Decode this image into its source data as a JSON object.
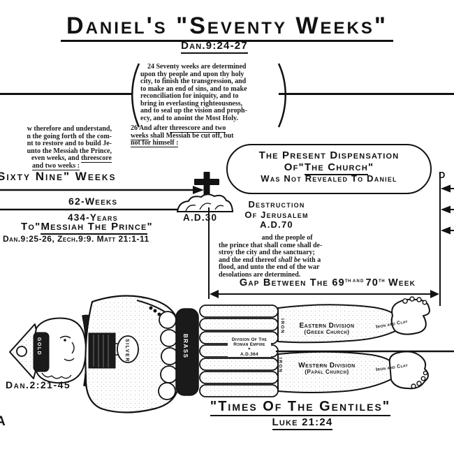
{
  "colors": {
    "ink": "#121212",
    "paper": "#ffffff"
  },
  "title": {
    "main": "Daniel's \"Seventy Weeks\"",
    "reference": "Dan.9:24-27"
  },
  "verse24": {
    "lines": [
      "24 Seventy weeks are determined",
      "upon thy people and upon thy holy",
      "city, to finish the transgression, and",
      "to make an end of sins, and to make",
      "reconciliation for iniquity, and to",
      "bring in everlasting righteousness,",
      "and to seal up the vision and proph-",
      "ecy, and to anoint the Most Holy."
    ]
  },
  "verse25": {
    "l1": "w therefore and understand,",
    "l2": "n the going forth of the com-",
    "l3": "nt to restore and to build Je-",
    "l4": "unto the Messiah the Prince,",
    "l5_pre": "even weeks, and ",
    "l5_u": "threescore",
    "l6_u": "and two weeks :"
  },
  "verse26": {
    "pre1": "26 And after ",
    "u1": "threescore and two",
    "u2": "weeks",
    "mid": " shall Messiah be cut off, but",
    "u3": "not for himself :"
  },
  "dispensation": {
    "line1": "The Present Dispensation",
    "line2_pre": "Of\"",
    "line2_u": "The Church",
    "line2_post": "\"",
    "line3": "Was Not Revealed To Daniel"
  },
  "timeline": {
    "sixty_nine": "Sixty Nine\" Weeks",
    "weeks62": "62-Weeks",
    "years434": "434-Years",
    "ad30": "A.D.30",
    "to_messiah_pre": "To\"",
    "to_messiah_u": "Messiah The Prince",
    "to_messiah_post": "\"",
    "refs": "Dan.9:25-26, Zech.9:9. Matt 21:1-11"
  },
  "destruction": {
    "line1": "Destruction",
    "line2": "Of Jerusalem",
    "line3": "A.D.70",
    "b1": "and the people of",
    "b2": "the prince that shall come shall de-",
    "b3": "stroy the city and the sanctuary;",
    "b4_pre": "and the end thereof ",
    "b4_it": "shall be",
    "b4_post": " with a",
    "b5": "flood, and unto the end of the war",
    "b6": "desolations are determined."
  },
  "gap": {
    "t1": "Gap Between The 69",
    "s1": "th",
    "s2": "and",
    "t2": "70",
    "s3": "th",
    "t3": "Week"
  },
  "statue": {
    "gold": "GOLD",
    "silver": "SILVER",
    "brass": "BRASS",
    "roman": {
      "l1": "Division Of The",
      "l2": "Roman Empire",
      "l3": "✶",
      "l4": "A.D.364"
    },
    "iron_east": "IRON",
    "iron_west": "IRON",
    "eastern": {
      "l1": "Eastern Division",
      "l2": "(Greek Church)",
      "clay": "Iron and Clay"
    },
    "western": {
      "l1": "Western Division",
      "l2": "(Papal Church)",
      "clay": "Iron and Clay"
    },
    "reference": "Dan.2:21-45"
  },
  "times": {
    "main": "\"Times Of The Gentiles\"",
    "reference": "Luke 21:24"
  },
  "fragments": {
    "right_top": "D",
    "bottom_left": "A"
  }
}
